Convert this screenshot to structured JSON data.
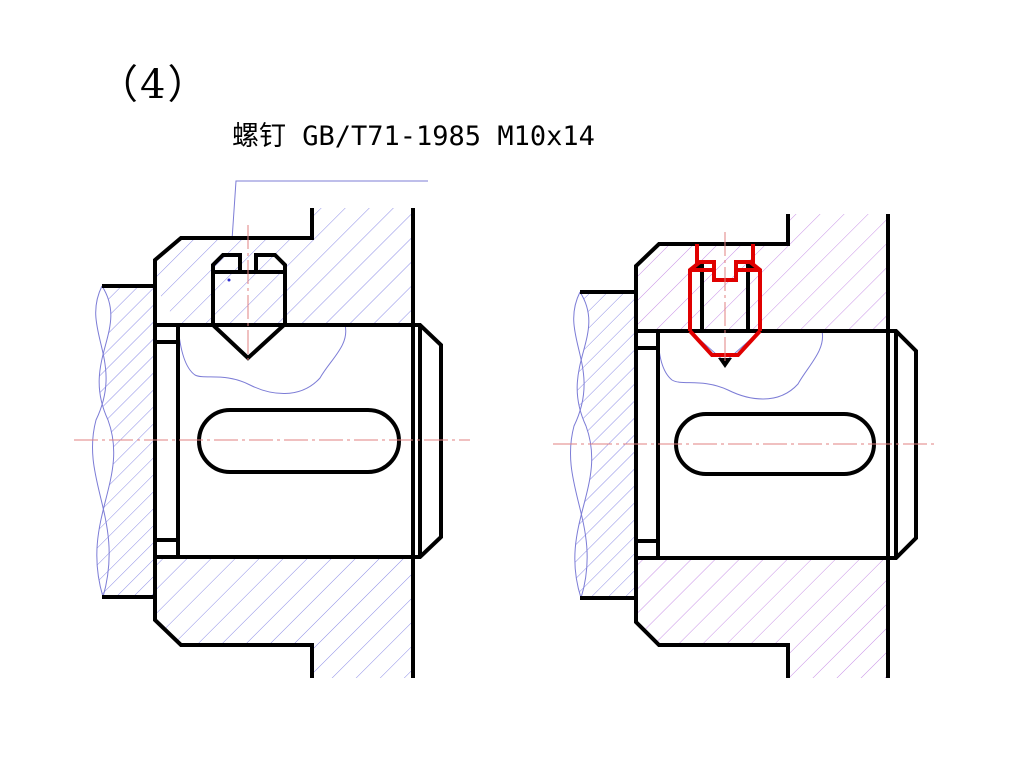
{
  "problem_number": "（4）",
  "caption": "螺钉 GB/T71-1985 M10x14",
  "colors": {
    "outline": "#000000",
    "highlight": "#e00000",
    "hatch_left": "#8c8ce6",
    "hatch_right": "#c890e6",
    "centerline": "#e08080"
  },
  "views": [
    {
      "name": "left-view",
      "screw_color": "black"
    },
    {
      "name": "right-view",
      "screw_color": "red"
    }
  ]
}
